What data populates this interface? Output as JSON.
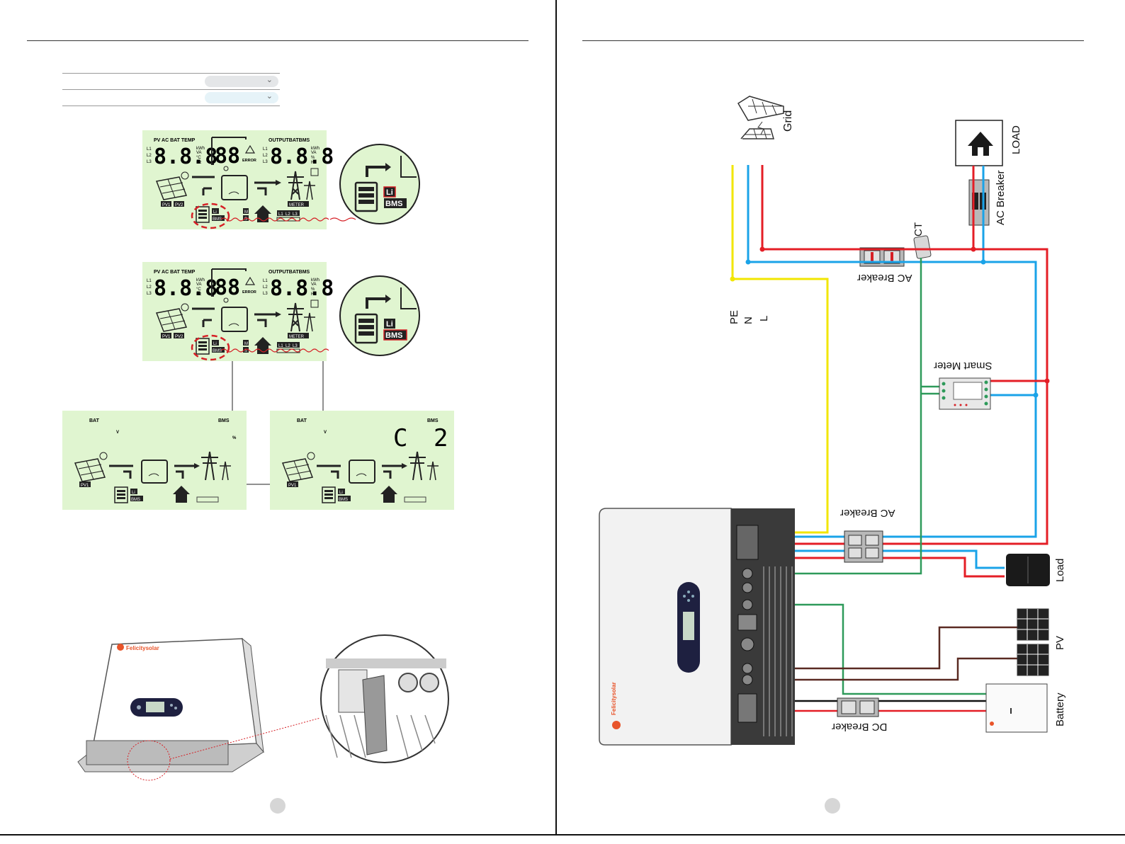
{
  "left_page": {
    "settings_rows": [
      {
        "value": ""
      },
      {
        "value": ""
      }
    ],
    "lcd_top": {
      "header_left": "PV AC BAT TEMP",
      "header_right": "OUTPUTBATBMS",
      "phases": [
        "L1",
        "L2",
        "L3"
      ],
      "digits_left": "8.8.8",
      "digits_mid": "88",
      "digits_right": "8.8.8",
      "units_left": [
        "kWh",
        "VA",
        "°C",
        "Hz"
      ],
      "units_right": [
        "kWh",
        "VA",
        "%",
        "Hz"
      ],
      "error": "ERROR",
      "pv1": "PV1",
      "pv2": "PV2",
      "li": "Li",
      "bms": "BMS",
      "meter": "METER",
      "m_letter": "M",
      "s_letter": "S",
      "l_boxes": [
        "L1",
        "L2",
        "L3"
      ]
    },
    "lcd_mid": {
      "header_left": "PV AC BAT TEMP",
      "header_right": "OUTPUTBATBMS",
      "li": "Li",
      "bms": "BMS",
      "meter": "METER"
    },
    "zoom_top": {
      "li": "Li",
      "bms": "BMS"
    },
    "zoom_mid": {
      "li": "Li",
      "bms": "BMS"
    },
    "small_lcd_a": {
      "bat": "BAT",
      "v": "V",
      "bms": "BMS",
      "pct": "%",
      "pv1": "PV1",
      "li": "Li",
      "bms_tag": "BMS"
    },
    "small_lcd_b": {
      "bat": "BAT",
      "v": "V",
      "bms": "BMS",
      "code": "C 2",
      "pv1": "PV1",
      "li": "Li",
      "bms_tag": "BMS"
    },
    "inverter_brand": "Felicitysolar"
  },
  "right_page": {
    "grid_label": "Grid",
    "load_top_label": "LOAD",
    "ac_breaker_top_label": "AC Breaker",
    "ct_label": "CT",
    "ac_breaker_mid_label": "AC Breaker",
    "pe_label": "PE",
    "n_label": "N",
    "l_label": "L",
    "smart_meter_label": "Smart Meter",
    "ac_breaker_low_label": "AC Breaker",
    "load_label": "Load",
    "pv_label": "PV",
    "battery_label": "Battery",
    "dc_breaker_label": "DC Breaker",
    "inverter_brand": "Felicitysolar",
    "wire_colors": {
      "pe": "#f2e600",
      "n": "#1aa3e8",
      "l": "#e41e26",
      "ct": "#2e9a5a",
      "pv": "#5a2a22",
      "bat": "#111111"
    }
  }
}
